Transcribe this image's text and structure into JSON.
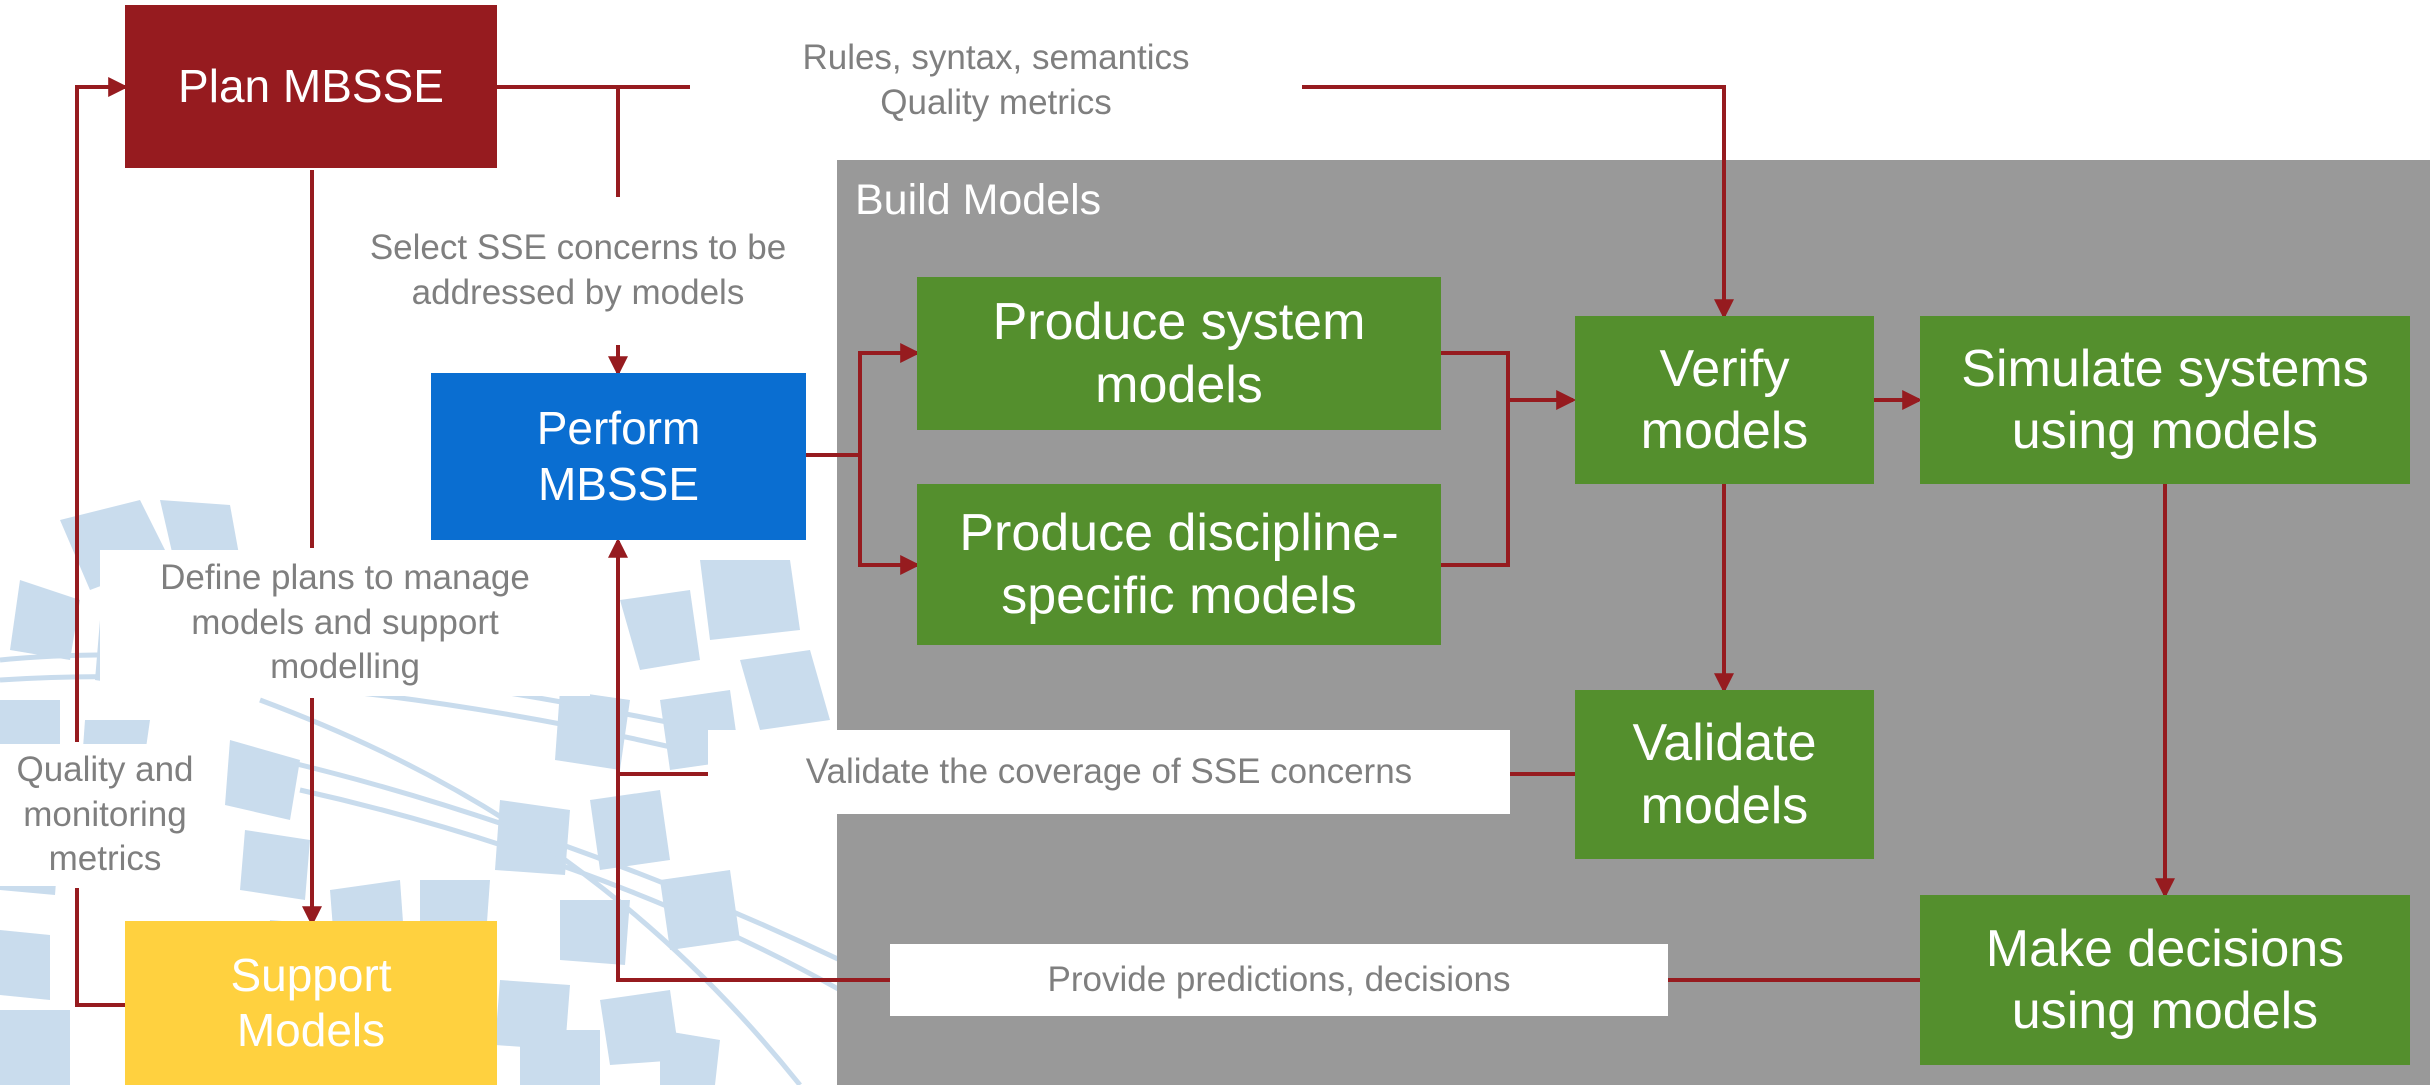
{
  "colors": {
    "plan": "#961b1f",
    "perform": "#0a6ed1",
    "green": "#548f2d",
    "support": "#ffd13f",
    "build_bg": "#999999",
    "arrow": "#961b1f",
    "label_text": "#7f7f7f"
  },
  "boxes": {
    "plan": "Plan MBSSE",
    "perform": "Perform\nMBSSE",
    "support": "Support\nModels",
    "produce_system": "Produce system\nmodels",
    "produce_discipline": "Produce discipline-\nspecific models",
    "verify": "Verify\nmodels",
    "simulate": "Simulate systems\nusing models",
    "validate": "Validate\nmodels",
    "decide": "Make decisions\nusing models"
  },
  "region": {
    "build_title": "Build Models"
  },
  "labels": {
    "rules": "Rules, syntax, semantics\nQuality metrics",
    "select": "Select SSE concerns to be\naddressed by models",
    "define": "Define plans to manage\nmodels and support\nmodelling",
    "quality": "Quality and\nmonitoring\nmetrics",
    "coverage": "Validate the coverage of SSE concerns",
    "predictions": "Provide predictions, decisions"
  }
}
